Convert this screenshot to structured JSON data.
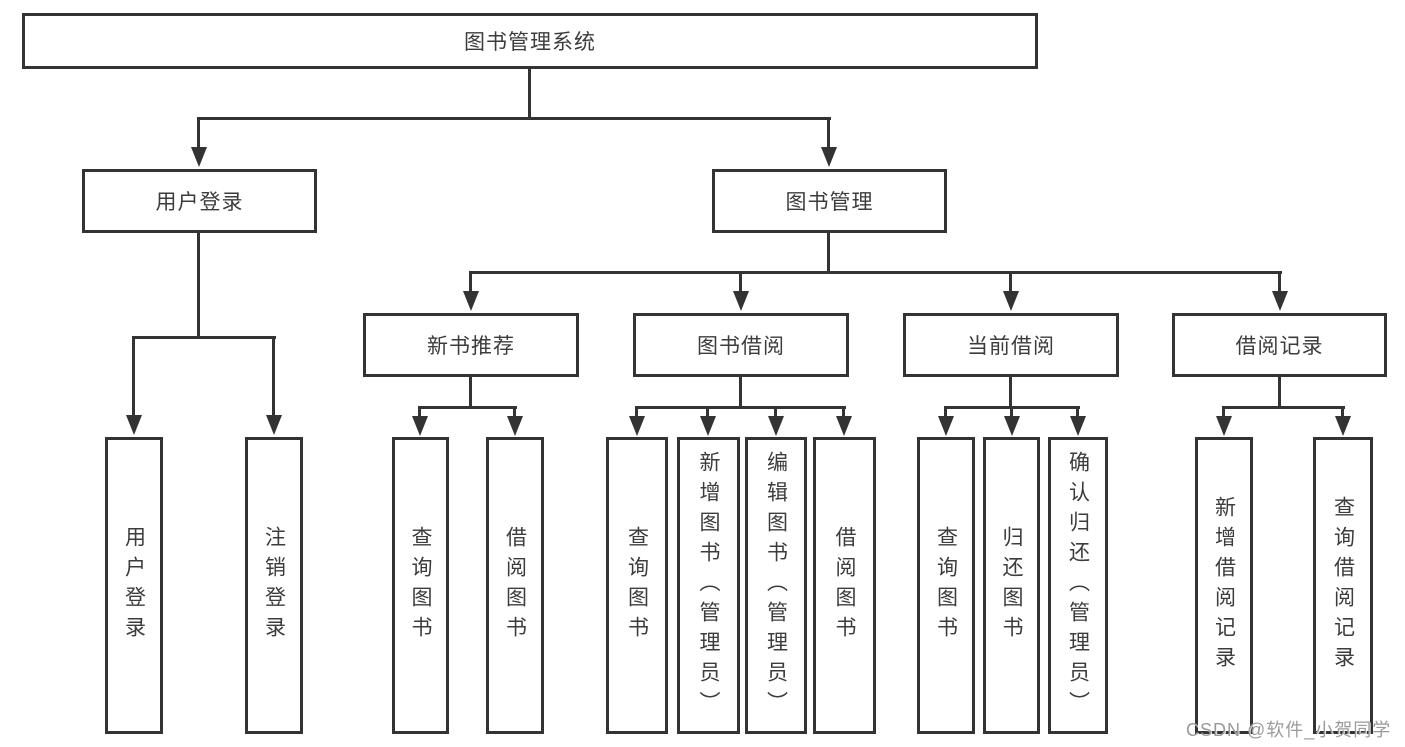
{
  "tree": {
    "root": {
      "label": "图书管理系统"
    },
    "children": [
      {
        "label": "用户登录",
        "children": [
          {
            "label": "用户登录"
          },
          {
            "label": "注销登录"
          }
        ]
      },
      {
        "label": "图书管理",
        "children": [
          {
            "label": "新书推荐",
            "children": [
              {
                "label": "查询图书"
              },
              {
                "label": "借阅图书"
              }
            ]
          },
          {
            "label": "图书借阅",
            "children": [
              {
                "label": "查询图书"
              },
              {
                "label": "新增图书（管理员）"
              },
              {
                "label": "编辑图书（管理员）"
              },
              {
                "label": "借阅图书"
              }
            ]
          },
          {
            "label": "当前借阅",
            "children": [
              {
                "label": "查询图书"
              },
              {
                "label": "归还图书"
              },
              {
                "label": "确认归还（管理员）"
              }
            ]
          },
          {
            "label": "借阅记录",
            "children": [
              {
                "label": "新增借阅记录"
              },
              {
                "label": "查询借阅记录"
              }
            ]
          }
        ]
      }
    ]
  },
  "watermark": {
    "text": "CSDN @软件_小贺同学",
    "color": "#9b9b9b"
  },
  "colors": {
    "line": "#333333",
    "text": "#3c3c3c",
    "background": "#ffffff"
  }
}
